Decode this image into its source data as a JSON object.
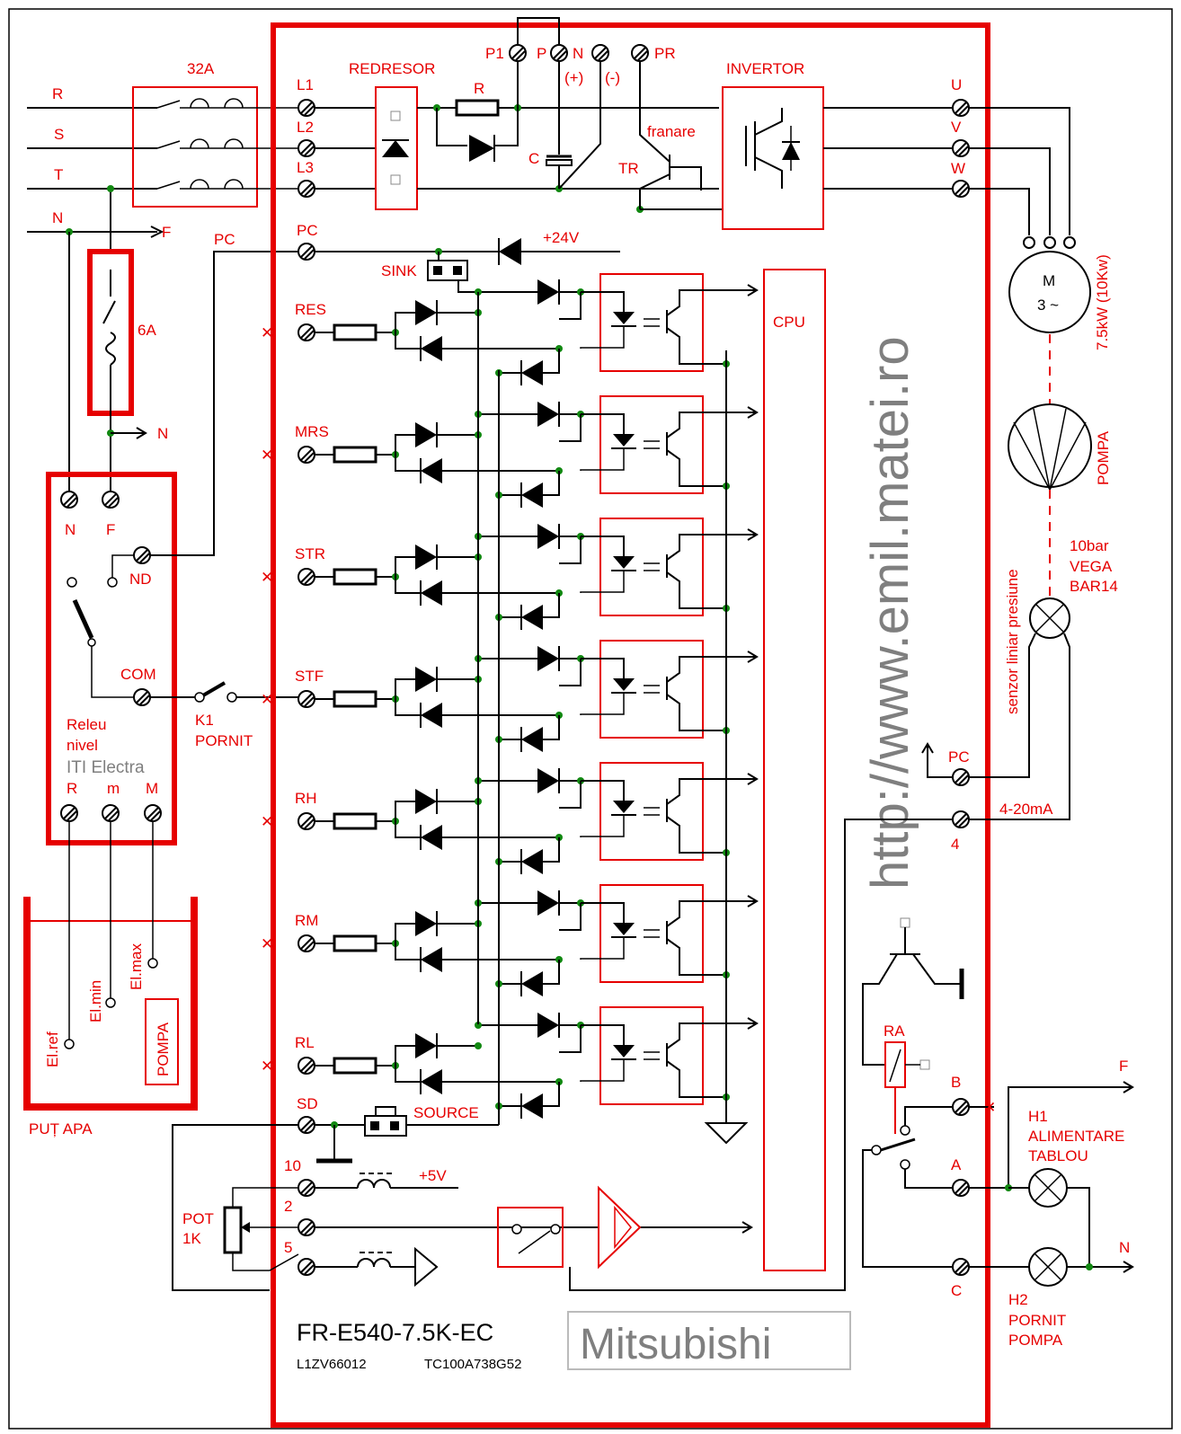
{
  "watermark": "http://www.emil.matei.ro",
  "mains": {
    "r": "R",
    "s": "S",
    "t": "T",
    "n": "N",
    "f": "F",
    "breaker": "32A",
    "fuse": "6A",
    "n_out": "N"
  },
  "inverter": {
    "model": "FR-E540-7.5K-EC",
    "serial": "L1ZV66012",
    "code": "TC100A738G52",
    "brand": "Mitsubishi",
    "rectifier": "REDRESOR",
    "inverter_block": "INVERTOR",
    "cpu": "CPU",
    "braking": "franare",
    "tr": "TR",
    "c": "C",
    "r": "R",
    "plus24": "+24V",
    "plus5": "+5V",
    "sink": "SINK",
    "source": "SOURCE",
    "plus_sign": "(+)",
    "minus_sign": "(-)"
  },
  "terminals": {
    "l1": "L1",
    "l2": "L2",
    "l3": "L3",
    "pc": "PC",
    "p1": "P1",
    "p": "P",
    "n": "N",
    "pr": "PR",
    "u": "U",
    "v": "V",
    "w": "W",
    "res": "RES",
    "mrs": "MRS",
    "str": "STR",
    "stf": "STF",
    "rh": "RH",
    "rm": "RM",
    "rl": "RL",
    "sd": "SD",
    "t10": "10",
    "t2": "2",
    "t5": "5",
    "pc_right": "PC",
    "t4": "4",
    "b": "B",
    "a": "A",
    "c": "C"
  },
  "level_relay": {
    "n": "N",
    "f": "F",
    "nd": "ND",
    "com": "COM",
    "r": "R",
    "m": "m",
    "M": "M",
    "title1": "Releu",
    "title2": "nivel",
    "brand": "ITI Electra",
    "pc_wire": "PC"
  },
  "switch_k1": {
    "name": "K1",
    "label": "PORNIT"
  },
  "well": {
    "title": "PUȚ APA",
    "el_ref": "El.ref",
    "el_min": "El.min",
    "el_max": "El.max",
    "pump": "POMPA"
  },
  "pot": {
    "name": "POT",
    "value": "1K"
  },
  "motor": {
    "m": "M",
    "phase": "3 ~",
    "power": "7.5kW (10Kw)"
  },
  "pump": "POMPA",
  "sensor": {
    "range": "10bar",
    "brand": "VEGA",
    "model": "BAR14",
    "desc": "senzor liniar presiune",
    "signal": "4-20mA"
  },
  "relay_ra": "RA",
  "lamps": {
    "h1_1": "H1",
    "h1_2": "ALIMENTARE",
    "h1_3": "TABLOU",
    "h2_1": "H2",
    "h2_2": "PORNIT",
    "h2_3": "POMPA",
    "f": "F",
    "n": "N"
  }
}
